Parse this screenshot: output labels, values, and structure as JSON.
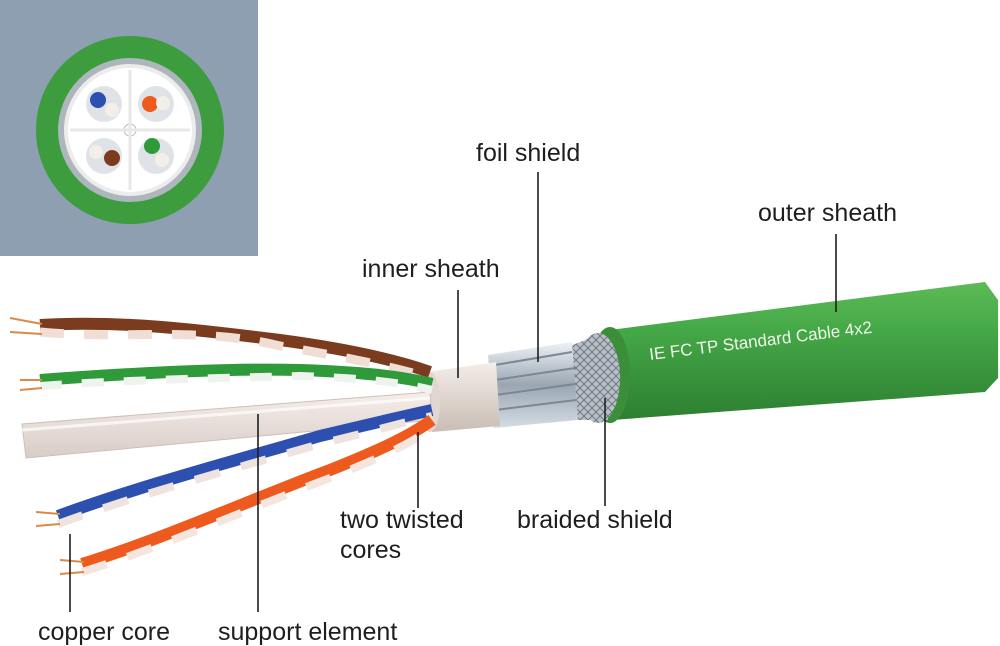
{
  "labels": {
    "foil_shield": "foil shield",
    "outer_sheath": "outer sheath",
    "inner_sheath": "inner sheath",
    "two_twisted_cores_line1": "two twisted",
    "two_twisted_cores_line2": "cores",
    "braided_shield": "braided shield",
    "copper_core": "copper core",
    "support_element": "support element"
  },
  "cable_print": "IE FC TP Standard Cable 4x2",
  "colors": {
    "sheath_green": "#3c9c3e",
    "inset_background": "#8d9fb1",
    "pair_brown": "#7a3b1f",
    "pair_green": "#2f9a3a",
    "pair_blue": "#2c4fb0",
    "pair_orange": "#ee5a1e",
    "copper": "#d98a4a"
  }
}
